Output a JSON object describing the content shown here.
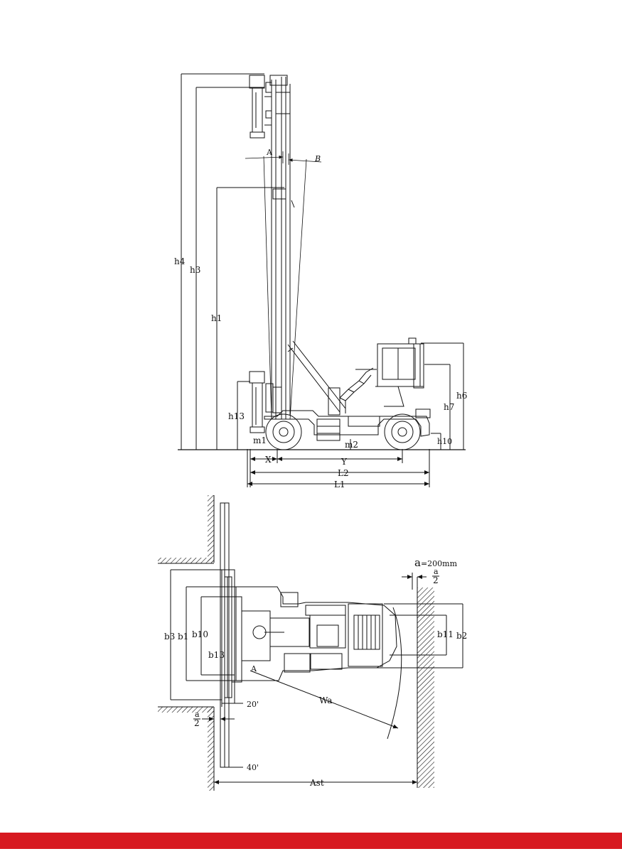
{
  "side_view": {
    "labels": {
      "h4": "h4",
      "h3": "h3",
      "h1": "h1",
      "h13": "h13",
      "h6": "h6",
      "h7": "h7",
      "h10": "h10",
      "m1": "m1",
      "m2": "m2",
      "x": "X",
      "y": "Y",
      "l2": "L2",
      "l1": "L1",
      "a": "A",
      "b": "B"
    }
  },
  "top_view": {
    "labels": {
      "b3": "b3",
      "b1": "b1",
      "b10": "b10",
      "b13": "b13",
      "b11": "b11",
      "b2": "b2",
      "wa": "Wa",
      "ast": "Ast",
      "clear_20": "20'",
      "clear_40": "40'",
      "a_note": "a=200mm",
      "half_num": "a",
      "half_den": "2",
      "half_num2": "a",
      "half_den2": "2",
      "pivot": "A"
    }
  },
  "colors": {
    "line": "#111111",
    "footer": "#d71920"
  }
}
